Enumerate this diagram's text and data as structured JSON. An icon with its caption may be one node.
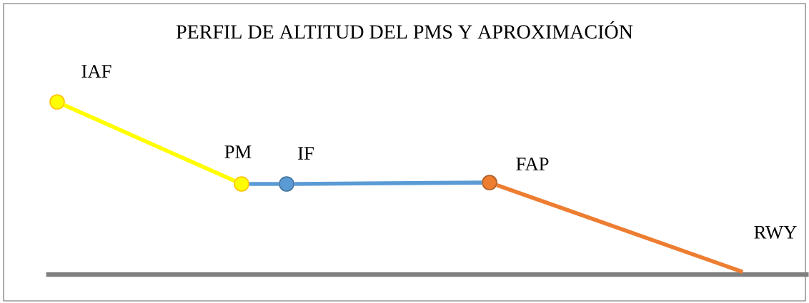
{
  "diagram": {
    "title": "PERFIL DE ALTITUD DEL PMS Y APROXIMACIÓN",
    "nodes": [
      {
        "text": [],
        "shape": "circle",
        "beside": [
          "IAF"
        ]
      },
      {
        "text": [],
        "shape": "circle",
        "beside": [
          "PM"
        ]
      },
      {
        "text": [],
        "shape": "circle",
        "beside": [
          "IF"
        ]
      },
      {
        "text": [],
        "shape": "circle",
        "beside": [
          "FAP"
        ]
      },
      {
        "text": [],
        "shape": "bar",
        "beside": [
          "RWY"
        ]
      }
    ],
    "edges": [
      {
        "from": 0,
        "to": 1,
        "arrow": "none",
        "color": "#ffff00"
      },
      {
        "from": 1,
        "to": 2,
        "arrow": "none",
        "color": "#5b9bd5"
      },
      {
        "from": 2,
        "to": 3,
        "arrow": "none",
        "color": "#5b9bd5"
      },
      {
        "from": 3,
        "to": 4,
        "arrow": "none",
        "color": "#ed7d31"
      }
    ]
  }
}
